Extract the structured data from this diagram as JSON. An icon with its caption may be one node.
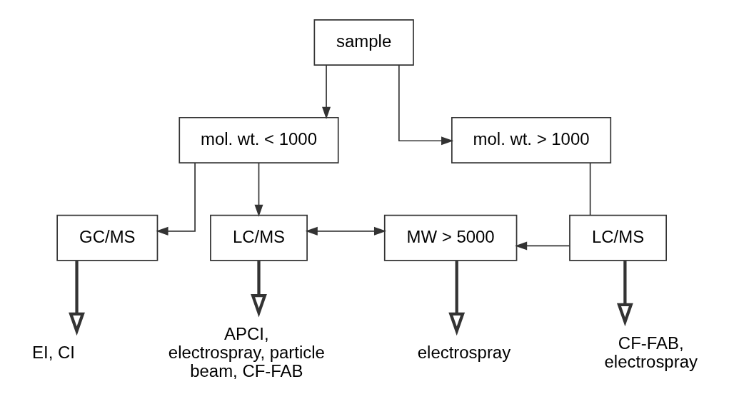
{
  "diagram": {
    "nodes": [
      {
        "text": [
          "sample"
        ]
      },
      {
        "text": [
          "mol. wt. < 1000"
        ]
      },
      {
        "text": [
          "mol. wt. > 1000"
        ]
      },
      {
        "text": [
          "GC/MS"
        ]
      },
      {
        "text": [
          "LC/MS"
        ]
      },
      {
        "text": [
          "MW > 5000"
        ]
      },
      {
        "text": [
          "LC/MS"
        ]
      },
      {
        "text": [
          "EI, CI"
        ]
      },
      {
        "text": [
          "APCI, electrospray, particle beam, CF-FAB"
        ]
      },
      {
        "text": [
          "electrospray"
        ]
      },
      {
        "text": [
          "CF-FAB, electrospray"
        ]
      }
    ],
    "edges": [
      {
        "from": 0,
        "to": 1,
        "arrow": "to"
      },
      {
        "from": 0,
        "to": 2,
        "arrow": "to"
      },
      {
        "from": 1,
        "to": 3,
        "arrow": "to"
      },
      {
        "from": 1,
        "to": 4,
        "arrow": "to"
      },
      {
        "from": 4,
        "to": 5,
        "arrow": "both"
      },
      {
        "from": 2,
        "to": 6,
        "arrow": "none"
      },
      {
        "from": 6,
        "to": 5,
        "arrow": "to"
      },
      {
        "from": 3,
        "to": 7,
        "arrow": "to",
        "style": "thick"
      },
      {
        "from": 4,
        "to": 8,
        "arrow": "to",
        "style": "thick"
      },
      {
        "from": 5,
        "to": 9,
        "arrow": "to",
        "style": "thick"
      },
      {
        "from": 6,
        "to": 10,
        "arrow": "to",
        "style": "thick"
      }
    ]
  }
}
